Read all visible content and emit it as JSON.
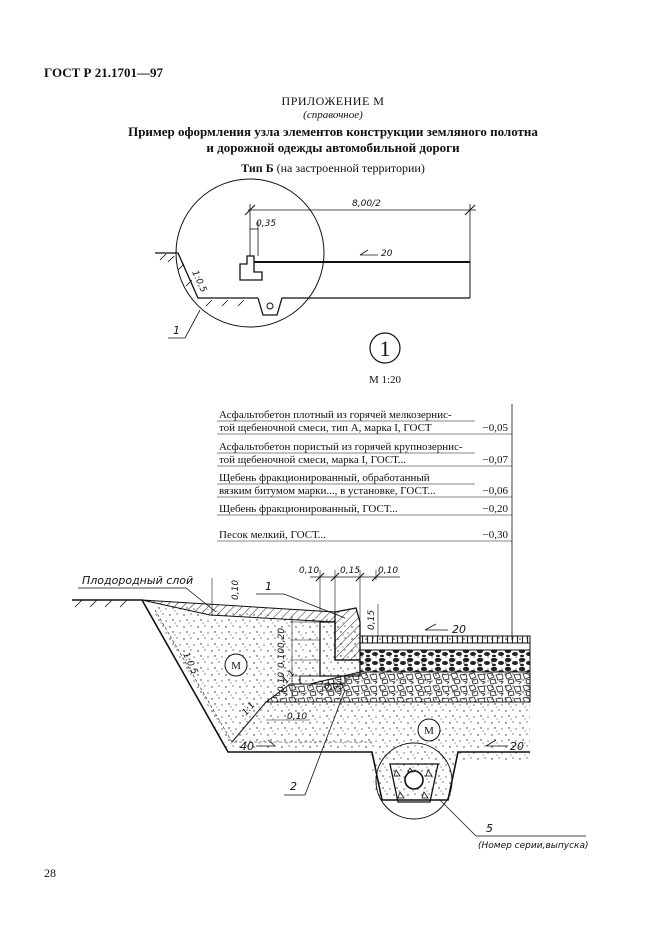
{
  "header": {
    "doc_code": "ГОСТ Р 21.1701—97"
  },
  "appendix": {
    "title": "ПРИЛОЖЕНИЕ М",
    "subtitle": "(справочное)",
    "main_title_line1": "Пример оформления узла элементов конструкции земляного полотна",
    "main_title_line2": "и дорожной одежды автомобильной дороги",
    "type_bold": "Тип Б",
    "type_rest": " (на застроенной территории)"
  },
  "top_drawing": {
    "width_dim": "8,00/2",
    "curb_dim": "0,35",
    "slope_label": "1:0,5",
    "grade_label": "20",
    "callout": "1",
    "node_number": "1",
    "scale": "М 1:20"
  },
  "layers": [
    {
      "line1": "Асфальтобетон плотный из горячей мелкозернис-",
      "line2": "той щебеночной смеси, тип А, марка I, ГОСТ",
      "depth": "−0,05"
    },
    {
      "line1": "Асфальтобетон пористый из горячей крупнозернис-",
      "line2": "той щебеночной смеси, марка I, ГОСТ...",
      "depth": "−0,07"
    },
    {
      "line1": "Щебень фракционированный, обработанный",
      "line2": "вязким битумом марки..., в установке, ГОСТ...",
      "depth": "−0,06"
    },
    {
      "line1": "Щебень фракционированный, ГОСТ...",
      "line2": "",
      "depth": "−0,20"
    },
    {
      "line1": "Песок мелкий, ГОСТ...",
      "line2": "",
      "depth": "−0,30"
    }
  ],
  "section": {
    "topsoil_label": "Плодородный слой",
    "dims_top": [
      "0,10",
      "0,15",
      "0,10"
    ],
    "dim_010_left": "0,10",
    "dim_015": "0,15",
    "dims_vertical": [
      "0,20",
      "0,10",
      "0,10"
    ],
    "dim_005": "0,05",
    "dim_010_bottom": "0,10",
    "slope_main": "1:0,5",
    "slope_inner": "1:1",
    "grade_road": "20",
    "grade_bottom_left": "40",
    "grade_bottom_right": "20",
    "material_mark": "М",
    "callout_1": "1",
    "callout_2": "2",
    "callout_5": "5",
    "series_note": "(Номер серии,выпуска)"
  },
  "footer": {
    "page_number": "28"
  }
}
